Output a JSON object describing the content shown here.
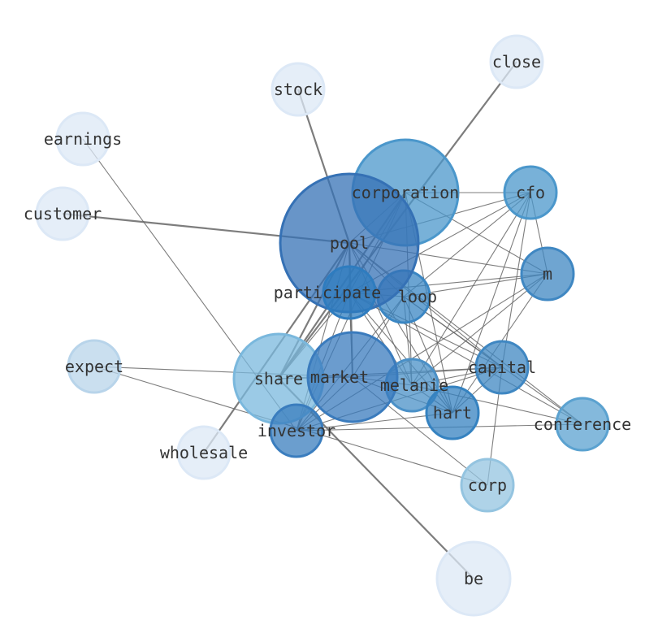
{
  "nodes": [
    {
      "id": "be",
      "label": "be",
      "color": "#dce8f6",
      "weight": 0.05
    },
    {
      "id": "close",
      "label": "close",
      "color": "#dce8f6",
      "weight": 0.05
    },
    {
      "id": "stock",
      "label": "stock",
      "color": "#dce8f6",
      "weight": 0.05
    },
    {
      "id": "earnings",
      "label": "earnings",
      "color": "#dce8f6",
      "weight": 0.05
    },
    {
      "id": "customer",
      "label": "customer",
      "color": "#dce8f6",
      "weight": 0.05
    },
    {
      "id": "wholesale",
      "label": "wholesale",
      "color": "#dce8f6",
      "weight": 0.05
    },
    {
      "id": "expect",
      "label": "expect",
      "color": "#b8d4ea",
      "weight": 0.2
    },
    {
      "id": "corp",
      "label": "corp",
      "color": "#94c4e0",
      "weight": 0.35
    },
    {
      "id": "share",
      "label": "share",
      "color": "#7ab8dd",
      "weight": 0.45
    },
    {
      "id": "conference",
      "label": "conference",
      "color": "#5ba2d0",
      "weight": 0.6
    },
    {
      "id": "corporation",
      "label": "corporation",
      "color": "#4b97cb",
      "weight": 0.65
    },
    {
      "id": "cfo",
      "label": "cfo",
      "color": "#4b97cb",
      "weight": 0.65
    },
    {
      "id": "m",
      "label": "m",
      "color": "#3f87c2",
      "weight": 0.75
    },
    {
      "id": "capital",
      "label": "capital",
      "color": "#3f87c2",
      "weight": 0.75
    },
    {
      "id": "melanie",
      "label": "melanie",
      "color": "#4a90c7",
      "weight": 0.7
    },
    {
      "id": "hart",
      "label": "hart",
      "color": "#3582c0",
      "weight": 0.8
    },
    {
      "id": "loop",
      "label": "loop",
      "color": "#3a86c3",
      "weight": 0.8
    },
    {
      "id": "market",
      "label": "market",
      "color": "#3a7bbd",
      "weight": 0.85
    },
    {
      "id": "investor",
      "label": "investor",
      "color": "#3a7dbe",
      "weight": 0.85
    },
    {
      "id": "pool",
      "label": "pool",
      "color": "#3571b5",
      "weight": 0.95
    },
    {
      "id": "participate",
      "label": "participate",
      "color": "#2e7cbf",
      "weight": 0.95
    }
  ],
  "edges": [
    [
      "pool",
      "stock",
      2
    ],
    [
      "pool",
      "customer",
      2
    ],
    [
      "pool",
      "wholesale",
      2
    ],
    [
      "close",
      "share",
      2
    ],
    [
      "be",
      "share",
      2
    ],
    [
      "earnings",
      "investor",
      1
    ],
    [
      "expect",
      "market",
      1
    ],
    [
      "expect",
      "corp",
      1
    ],
    [
      "market",
      "corp",
      1
    ],
    [
      "capital",
      "corp",
      1
    ],
    [
      "pool",
      "corporation",
      1
    ],
    [
      "pool",
      "cfo",
      1
    ],
    [
      "pool",
      "m",
      1
    ],
    [
      "pool",
      "participate",
      1
    ],
    [
      "pool",
      "loop",
      1
    ],
    [
      "pool",
      "market",
      2
    ],
    [
      "pool",
      "share",
      2
    ],
    [
      "pool",
      "melanie",
      1
    ],
    [
      "pool",
      "hart",
      1
    ],
    [
      "pool",
      "capital",
      1
    ],
    [
      "pool",
      "conference",
      1
    ],
    [
      "pool",
      "investor",
      1
    ],
    [
      "corporation",
      "cfo",
      1
    ],
    [
      "corporation",
      "m",
      1
    ],
    [
      "corporation",
      "participate",
      1
    ],
    [
      "corporation",
      "share",
      2
    ],
    [
      "corporation",
      "melanie",
      1
    ],
    [
      "corporation",
      "hart",
      1
    ],
    [
      "corporation",
      "investor",
      1
    ],
    [
      "cfo",
      "m",
      1
    ],
    [
      "cfo",
      "participate",
      1
    ],
    [
      "cfo",
      "loop",
      1
    ],
    [
      "cfo",
      "melanie",
      1
    ],
    [
      "cfo",
      "hart",
      1
    ],
    [
      "cfo",
      "capital",
      1
    ],
    [
      "m",
      "participate",
      1
    ],
    [
      "m",
      "loop",
      1
    ],
    [
      "m",
      "investor",
      1
    ],
    [
      "m",
      "hart",
      1
    ],
    [
      "m",
      "melanie",
      1
    ],
    [
      "participate",
      "loop",
      1
    ],
    [
      "participate",
      "market",
      1
    ],
    [
      "participate",
      "melanie",
      1
    ],
    [
      "participate",
      "hart",
      1
    ],
    [
      "participate",
      "capital",
      1
    ],
    [
      "participate",
      "conference",
      1
    ],
    [
      "participate",
      "investor",
      1
    ],
    [
      "participate",
      "share",
      1
    ],
    [
      "loop",
      "melanie",
      1
    ],
    [
      "loop",
      "hart",
      1
    ],
    [
      "loop",
      "capital",
      1
    ],
    [
      "loop",
      "conference",
      1
    ],
    [
      "loop",
      "investor",
      1
    ],
    [
      "loop",
      "market",
      1
    ],
    [
      "market",
      "melanie",
      1
    ],
    [
      "market",
      "capital",
      1
    ],
    [
      "market",
      "hart",
      1
    ],
    [
      "market",
      "investor",
      1
    ],
    [
      "share",
      "market",
      1
    ],
    [
      "share",
      "capital",
      1
    ],
    [
      "melanie",
      "hart",
      1
    ],
    [
      "melanie",
      "capital",
      1
    ],
    [
      "melanie",
      "conference",
      1
    ],
    [
      "capital",
      "hart",
      1
    ],
    [
      "capital",
      "investor",
      1
    ],
    [
      "hart",
      "investor",
      1
    ],
    [
      "investor",
      "conference",
      1
    ]
  ]
}
